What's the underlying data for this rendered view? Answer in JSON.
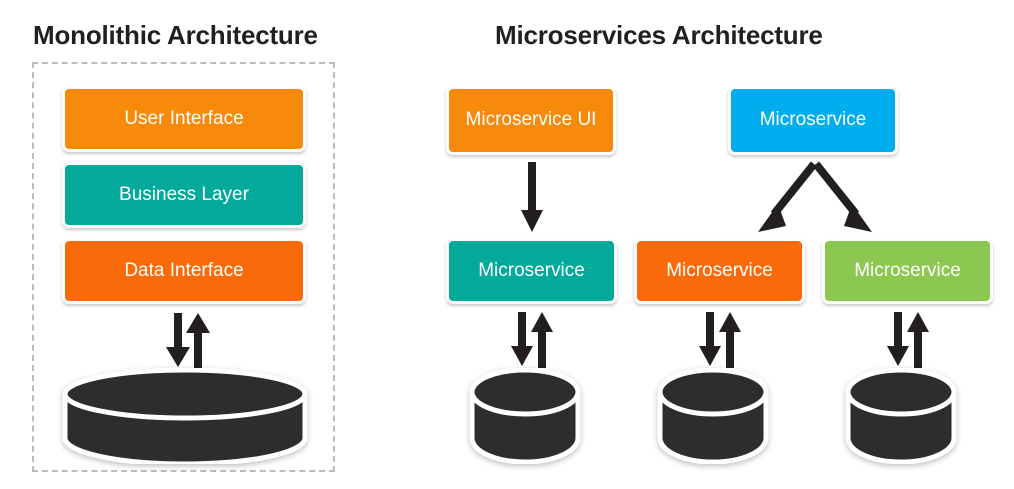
{
  "panels": {
    "monolith": {
      "title": "Monolithic Architecture",
      "layers": [
        {
          "label": "User Interface",
          "color": "#f7890b"
        },
        {
          "label": "Business Layer",
          "color": "#03a99b"
        },
        {
          "label": "Data Interface",
          "color": "#f96a0b"
        }
      ],
      "database": {
        "name": "database-cylinder",
        "color": "#2d2d2d"
      },
      "boundary": {
        "name": "dashed-boundary",
        "style": "dashed",
        "color": "#bcbcbc"
      }
    },
    "microservices": {
      "title": "Microservices Architecture",
      "top_nodes": [
        {
          "label": "Microservice UI",
          "color": "#f7890b"
        },
        {
          "label": "Microservice",
          "color": "#00aeef"
        }
      ],
      "bottom_nodes": [
        {
          "label": "Microservice",
          "color": "#03a99b"
        },
        {
          "label": "Microservice",
          "color": "#f96a0b"
        },
        {
          "label": "Microservice",
          "color": "#8cc751"
        }
      ],
      "databases": [
        {
          "name": "database-cylinder",
          "color": "#2d2d2d"
        },
        {
          "name": "database-cylinder",
          "color": "#2d2d2d"
        },
        {
          "name": "database-cylinder",
          "color": "#2d2d2d"
        }
      ]
    }
  },
  "arrows": {
    "monolith_db": {
      "name": "bidirectional-arrow",
      "direction": "bidirectional",
      "color": "#231f20"
    },
    "ui_to_service": {
      "name": "down-arrow",
      "direction": "down",
      "color": "#231f20"
    },
    "service_split_left": {
      "name": "diagonal-arrow-down-left",
      "direction": "down-left",
      "color": "#231f20"
    },
    "service_split_right": {
      "name": "diagonal-arrow-down-right",
      "direction": "down-right",
      "color": "#231f20"
    },
    "service_db": {
      "name": "bidirectional-arrow",
      "direction": "bidirectional",
      "color": "#231f20"
    }
  },
  "theme": {
    "background": "#ffffff",
    "title_color": "#231f20",
    "node_border": "#ffffff",
    "arrow_color": "#231f20",
    "database_color": "#2d2d2d",
    "dashed_color": "#bcbcbc"
  }
}
